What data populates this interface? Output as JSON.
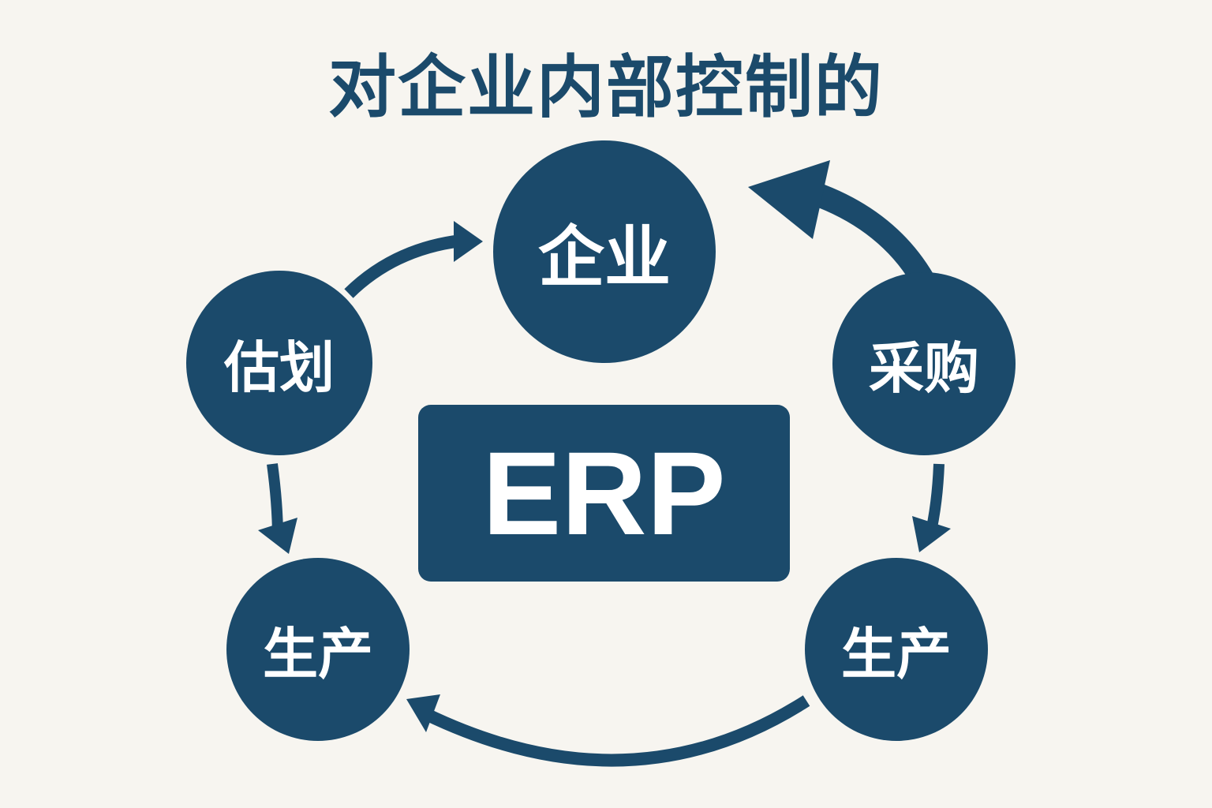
{
  "title": "对企业内部控制的",
  "center": {
    "label": "ERP"
  },
  "nodes": {
    "top": "企业",
    "left": "估划",
    "right": "采购",
    "bottom_left": "生产",
    "bottom_right": "生产"
  },
  "colors": {
    "primary": "#1b4a6b",
    "background": "#f7f5f0"
  }
}
